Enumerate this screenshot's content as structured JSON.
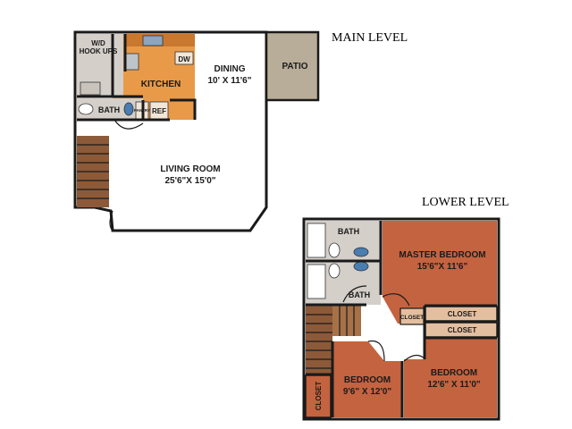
{
  "levels": {
    "main": "MAIN LEVEL",
    "lower": "LOWER LEVEL"
  },
  "main_level": {
    "wd": [
      "W/D",
      "HOOK UPS"
    ],
    "dw": "DW",
    "kitchen": "KITCHEN",
    "dining": {
      "name": "DINING",
      "size": "10' X 11'6\""
    },
    "patio": "PATIO",
    "bath": "BATH",
    "pantry": "PANTRY",
    "ref": "REF",
    "living": {
      "name": "LIVING ROOM",
      "size": "25'6\"X 15'0\""
    }
  },
  "lower_level": {
    "bath_top": "BATH",
    "bath_bottom": "BATH",
    "master": {
      "name": "MASTER BEDROOM",
      "size": "15'6\"X 11'6\""
    },
    "closet_small": "CLOSET",
    "closet_1": "CLOSET",
    "closet_2": "CLOSET",
    "closet_left": "CLOSET",
    "bedroom_1": {
      "name": "BEDROOM",
      "size": "9'6\" X 12'0\""
    },
    "bedroom_2": {
      "name": "BEDROOM",
      "size": "12'6\" X 11'0\""
    }
  },
  "colors": {
    "main_floor": "#e3bfa0",
    "kitchen": "#e89a48",
    "tile": "#d4cfc9",
    "patio": "#b8ad98",
    "bedroom": "#c4633f",
    "stair": "#8c5a38"
  }
}
